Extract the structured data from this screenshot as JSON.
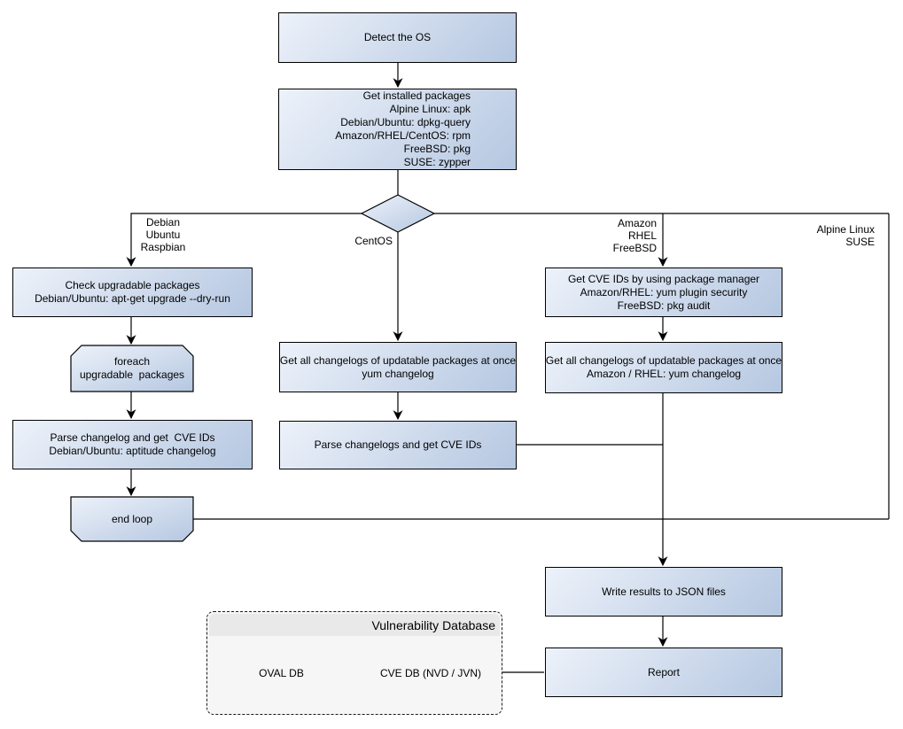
{
  "colors": {
    "node_gradient_start": "#edf2fa",
    "node_gradient_end": "#b5c7e1",
    "cylinder_rim_start": "#f2f6fb",
    "cylinder_rim_end": "#ccd9ec",
    "node_border": "#000000",
    "connector": "#000000",
    "group_fill": "#f6f6f6",
    "group_title_fill": "#e9e9e9",
    "text": "#000000"
  },
  "nodes": {
    "detect_os": {
      "label": "Detect the OS"
    },
    "get_installed_packages": {
      "label": "Get installed packages\nAlpine Linux: apk\nDebian/Ubuntu: dpkg-query\nAmazon/RHEL/CentOS: rpm\nFreeBSD: pkg\nSUSE: zypper"
    },
    "check_upgradable": {
      "label": "Check upgradable packages\nDebian/Ubuntu: apt-get upgrade --dry-run"
    },
    "foreach_loop": {
      "label": "foreach\nupgradable  packages"
    },
    "parse_changelog_debian": {
      "label": "Parse changelog and get  CVE IDs\nDebian/Ubuntu: aptitude changelog"
    },
    "end_loop": {
      "label": "end loop"
    },
    "get_changelogs_centos": {
      "label": "Get all changelogs of updatable packages at once\nyum changelog"
    },
    "parse_changelogs_centos": {
      "label": "Parse changelogs and get CVE IDs"
    },
    "get_cve_ids_pkg_manager": {
      "label": "Get CVE IDs by using package manager\nAmazon/RHEL: yum plugin security\nFreeBSD: pkg audit"
    },
    "get_changelogs_amazon": {
      "label": "Get all changelogs of updatable packages at once\nAmazon / RHEL: yum changelog"
    },
    "write_results": {
      "label": "Write results to JSON files"
    },
    "report": {
      "label": "Report"
    }
  },
  "edge_labels": {
    "debian": "Debian\nUbuntu\nRaspbian",
    "centos": "CentOS",
    "amazon": "Amazon\nRHEL\nFreeBSD",
    "alpine": "Alpine Linux\nSUSE"
  },
  "database_group": {
    "title": "Vulnerability Database",
    "oval_db": "OVAL DB",
    "cve_db": "CVE DB (NVD / JVN)"
  }
}
